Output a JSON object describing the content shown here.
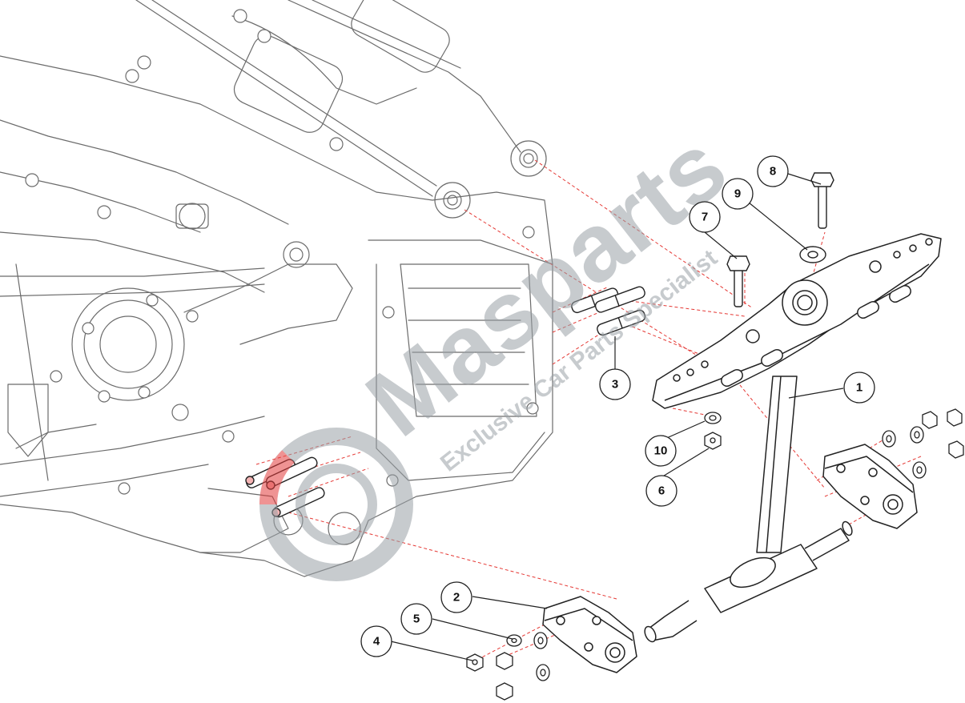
{
  "watermark": {
    "brand": "Masparts",
    "tagline": "Exclusive Car Parts Specialist",
    "color": "#9aa0a6",
    "logo_accent": "#e23b3b"
  },
  "leader_color": "#e53935",
  "callouts": [
    {
      "id": "1",
      "label": "1"
    },
    {
      "id": "2",
      "label": "2"
    },
    {
      "id": "3",
      "label": "3"
    },
    {
      "id": "4",
      "label": "4"
    },
    {
      "id": "5",
      "label": "5"
    },
    {
      "id": "6",
      "label": "6"
    },
    {
      "id": "7",
      "label": "7"
    },
    {
      "id": "8",
      "label": "8"
    },
    {
      "id": "9",
      "label": "9"
    },
    {
      "id": "10",
      "label": "10"
    }
  ]
}
